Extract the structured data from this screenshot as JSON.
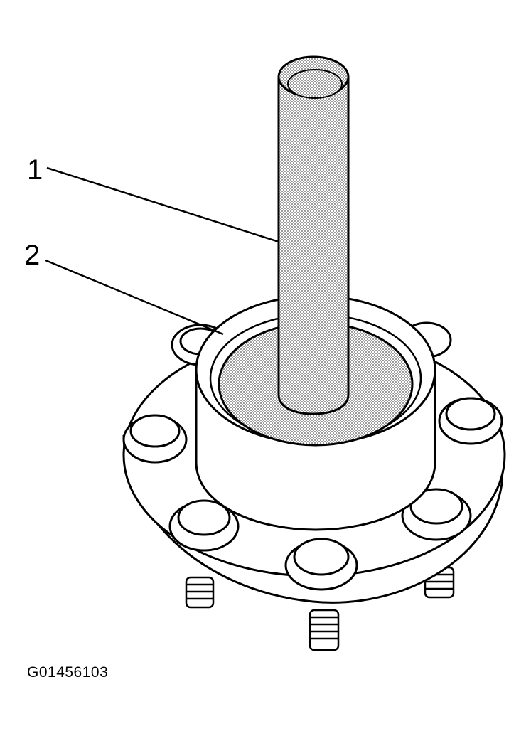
{
  "callouts": [
    {
      "number": "1"
    },
    {
      "number": "2"
    }
  ],
  "figure_code": "G01456103",
  "colors": {
    "line": "#000000",
    "fill": "#ffffff",
    "shade": "#b8b8b8"
  }
}
